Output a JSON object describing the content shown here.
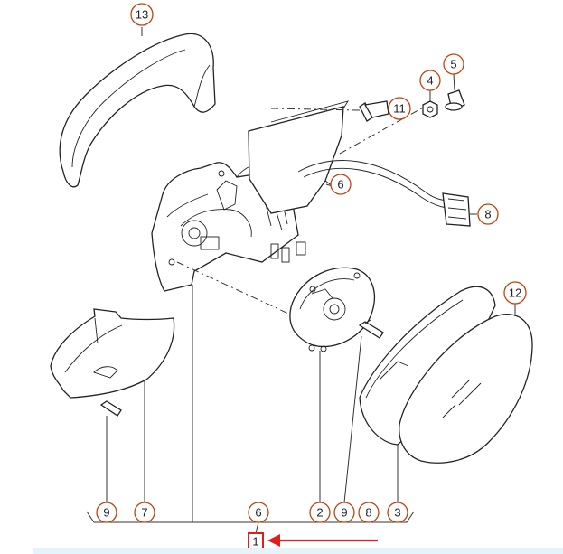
{
  "callouts": {
    "c1": "1",
    "c2": "2",
    "c3": "3",
    "c4": "4",
    "c5": "5",
    "c6a": "6",
    "c6b": "6",
    "c7": "7",
    "c8a": "8",
    "c8b": "8",
    "c9a": "9",
    "c9b": "9",
    "c11": "11",
    "c12": "12",
    "c13": "13"
  },
  "colors": {
    "callout_outline": "#c2410c",
    "highlight": "#e11d1d",
    "band": "#e6f3f7"
  }
}
